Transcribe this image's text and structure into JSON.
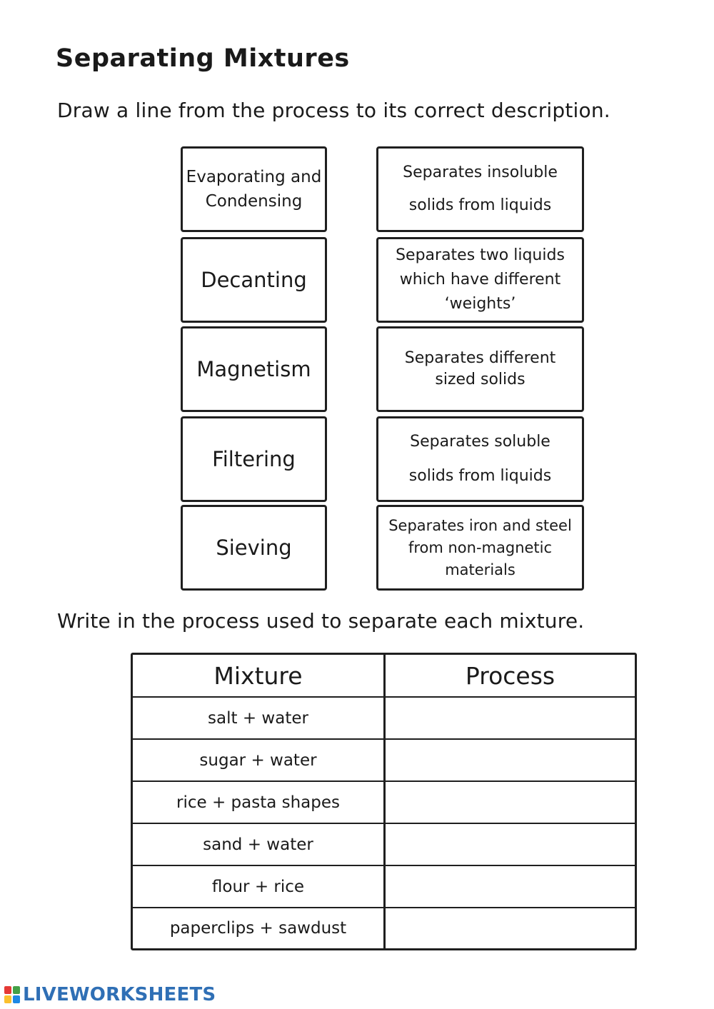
{
  "title": "Separating Mixtures",
  "instructions": {
    "match": "Draw a line from the process to its correct description.",
    "write": "Write in the process used to separate each mixture."
  },
  "processes": [
    "Evaporating and Condensing",
    "Decanting",
    "Magnetism",
    "Filtering",
    "Sieving"
  ],
  "descriptions": [
    "Separates insoluble solids from liquids",
    "Separates two liquids which have different ‘weights’",
    "Separates different sized solids",
    "Separates soluble solids from liquids",
    "Separates iron and steel from non-magnetic materials"
  ],
  "table": {
    "headers": [
      "Mixture",
      "Process"
    ],
    "rows": [
      [
        "salt + water",
        ""
      ],
      [
        "sugar + water",
        ""
      ],
      [
        "rice + pasta shapes",
        ""
      ],
      [
        "sand + water",
        ""
      ],
      [
        "flour + rice",
        ""
      ],
      [
        "paperclips + sawdust",
        ""
      ]
    ]
  },
  "footer": {
    "brand": "LIVEWORKSHEETS",
    "logo_colors": [
      "#e53935",
      "#43a047",
      "#fbc02d",
      "#1e88e5"
    ]
  }
}
